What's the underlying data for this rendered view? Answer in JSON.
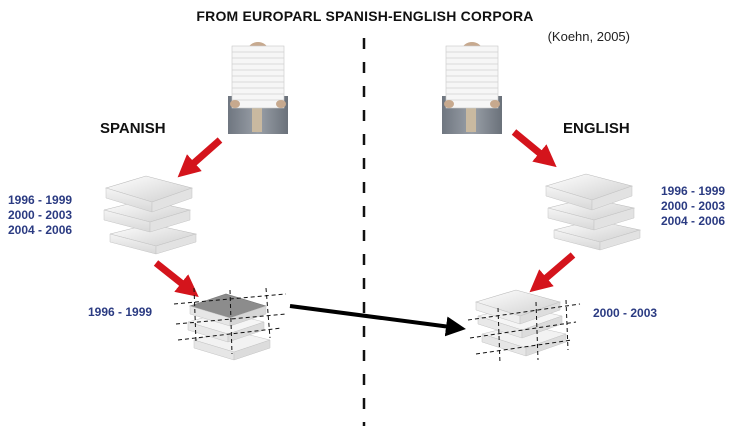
{
  "title": "FROM  EUROPARL SPANISH-ENGLISH CORPORA",
  "citation": "(Koehn, 2005)",
  "spanish": {
    "label": "SPANISH",
    "periods": [
      "1996 - 1999",
      "2000 - 2003",
      "2004 - 2006"
    ],
    "selected_period": "1996 - 1999"
  },
  "english": {
    "label": "ENGLISH",
    "periods": [
      "1996 - 1999",
      "2000 - 2003",
      "2004 - 2006"
    ],
    "selected_period": "2000 - 2003"
  },
  "colors": {
    "arrow_red": "#d4141c",
    "year_text": "#2b3b82",
    "main_arrow": "#000000"
  },
  "icons": [
    "person-holding-paper-stack-icon",
    "paper-stack-icon",
    "cropped-paper-stack-icon",
    "red-arrow-icon",
    "black-arrow-icon"
  ]
}
